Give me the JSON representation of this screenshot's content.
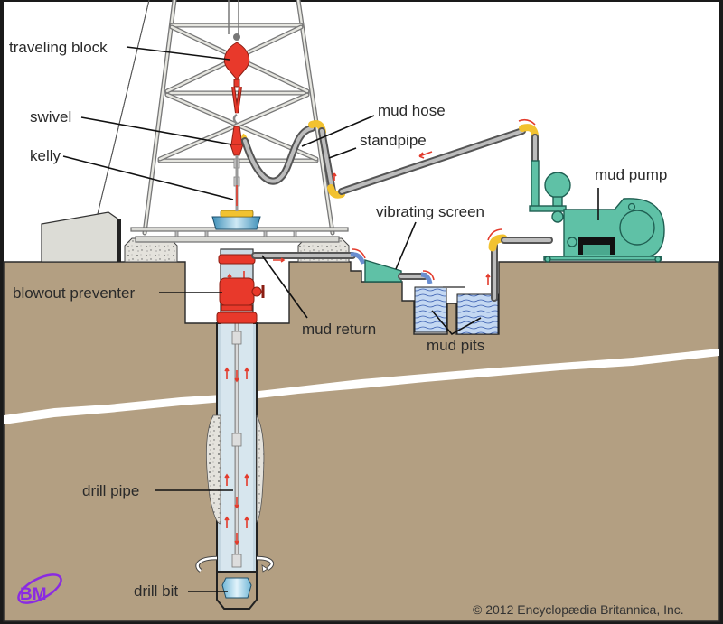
{
  "title": "Rotary drilling rig",
  "labels": {
    "traveling_block": "traveling block",
    "swivel": "swivel",
    "kelly": "kelly",
    "mud_hose": "mud hose",
    "standpipe": "standpipe",
    "mud_pump": "mud pump",
    "vibrating_screen": "vibrating screen",
    "blowout_preventer": "blowout preventer",
    "mud_return": "mud return",
    "mud_pits": "mud pits",
    "drill_pipe": "drill pipe",
    "drill_bit": "drill bit"
  },
  "copyright": "© 2012 Encyclopædia Britannica, Inc.",
  "watermark": "BM",
  "colors": {
    "ground": "#b39f82",
    "sky": "#ffffff",
    "equipment_red": "#e8392b",
    "pump_teal": "#5fc1a6",
    "elbow_yellow": "#f2c230",
    "mud_water": "#bcd3ee",
    "flow_arrow": "#e33b2c",
    "watermark_purple": "#8a2be2"
  }
}
